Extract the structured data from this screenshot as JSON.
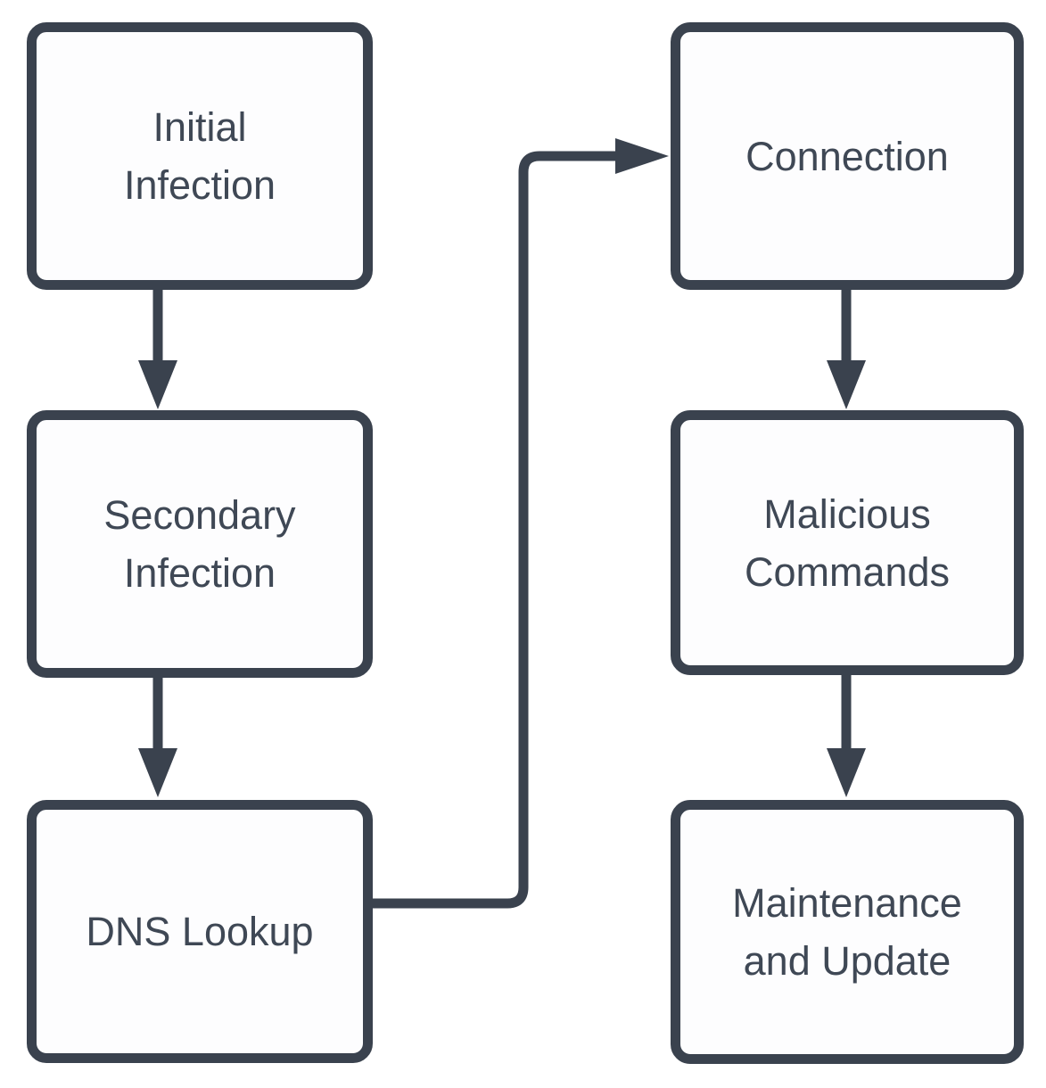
{
  "diagram": {
    "type": "flowchart",
    "nodes": [
      {
        "id": "initial-infection",
        "label": "Initial\nInfection"
      },
      {
        "id": "secondary-infection",
        "label": "Secondary\nInfection"
      },
      {
        "id": "dns-lookup",
        "label": "DNS Lookup"
      },
      {
        "id": "connection",
        "label": "Connection"
      },
      {
        "id": "malicious-commands",
        "label": "Malicious\nCommands"
      },
      {
        "id": "maintenance-and-update",
        "label": "Maintenance\nand Update"
      }
    ],
    "edges": [
      {
        "from": "initial-infection",
        "to": "secondary-infection",
        "shape": "straight-down-arrow"
      },
      {
        "from": "secondary-infection",
        "to": "dns-lookup",
        "shape": "straight-down-arrow"
      },
      {
        "from": "dns-lookup",
        "to": "connection",
        "shape": "elbow-right-up-right-arrow"
      },
      {
        "from": "connection",
        "to": "malicious-commands",
        "shape": "straight-down-arrow"
      },
      {
        "from": "malicious-commands",
        "to": "maintenance-and-update",
        "shape": "straight-down-arrow"
      }
    ]
  },
  "colors": {
    "stroke": "#3a424e",
    "text": "#3f4855",
    "node-fill": "#fdfdfe",
    "bg": "#ffffff"
  }
}
